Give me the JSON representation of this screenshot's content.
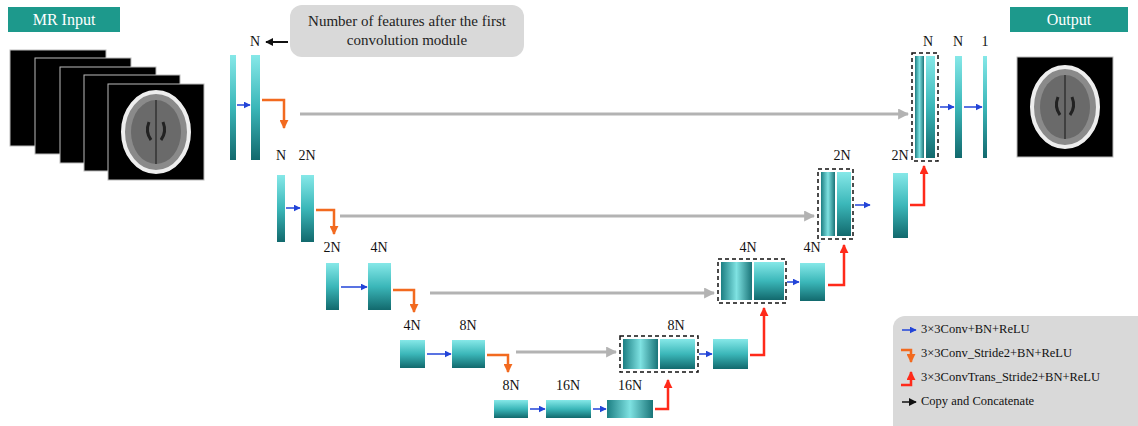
{
  "diagram": {
    "nodes": [
      {
        "text": [
          "MR Input"
        ]
      },
      {
        "text": [
          "Number of features after the first convolution module"
        ]
      },
      {
        "text": [
          "Output"
        ]
      }
    ],
    "labels": [
      "N",
      "N",
      "2N",
      "2N",
      "4N",
      "4N",
      "8N",
      "8N",
      "16N",
      "16N",
      "8N",
      "4N",
      "4N",
      "2N",
      "2N",
      "N",
      "N",
      "1"
    ],
    "legend": [
      {
        "text": "3×3Conv+BN+ReLU"
      },
      {
        "text": "3×3Conv_Stride2+BN+ReLU"
      },
      {
        "text": "3×3ConvTrans_Stride2+BN+ReLU"
      },
      {
        "text": "Copy and Concatenate"
      }
    ]
  }
}
